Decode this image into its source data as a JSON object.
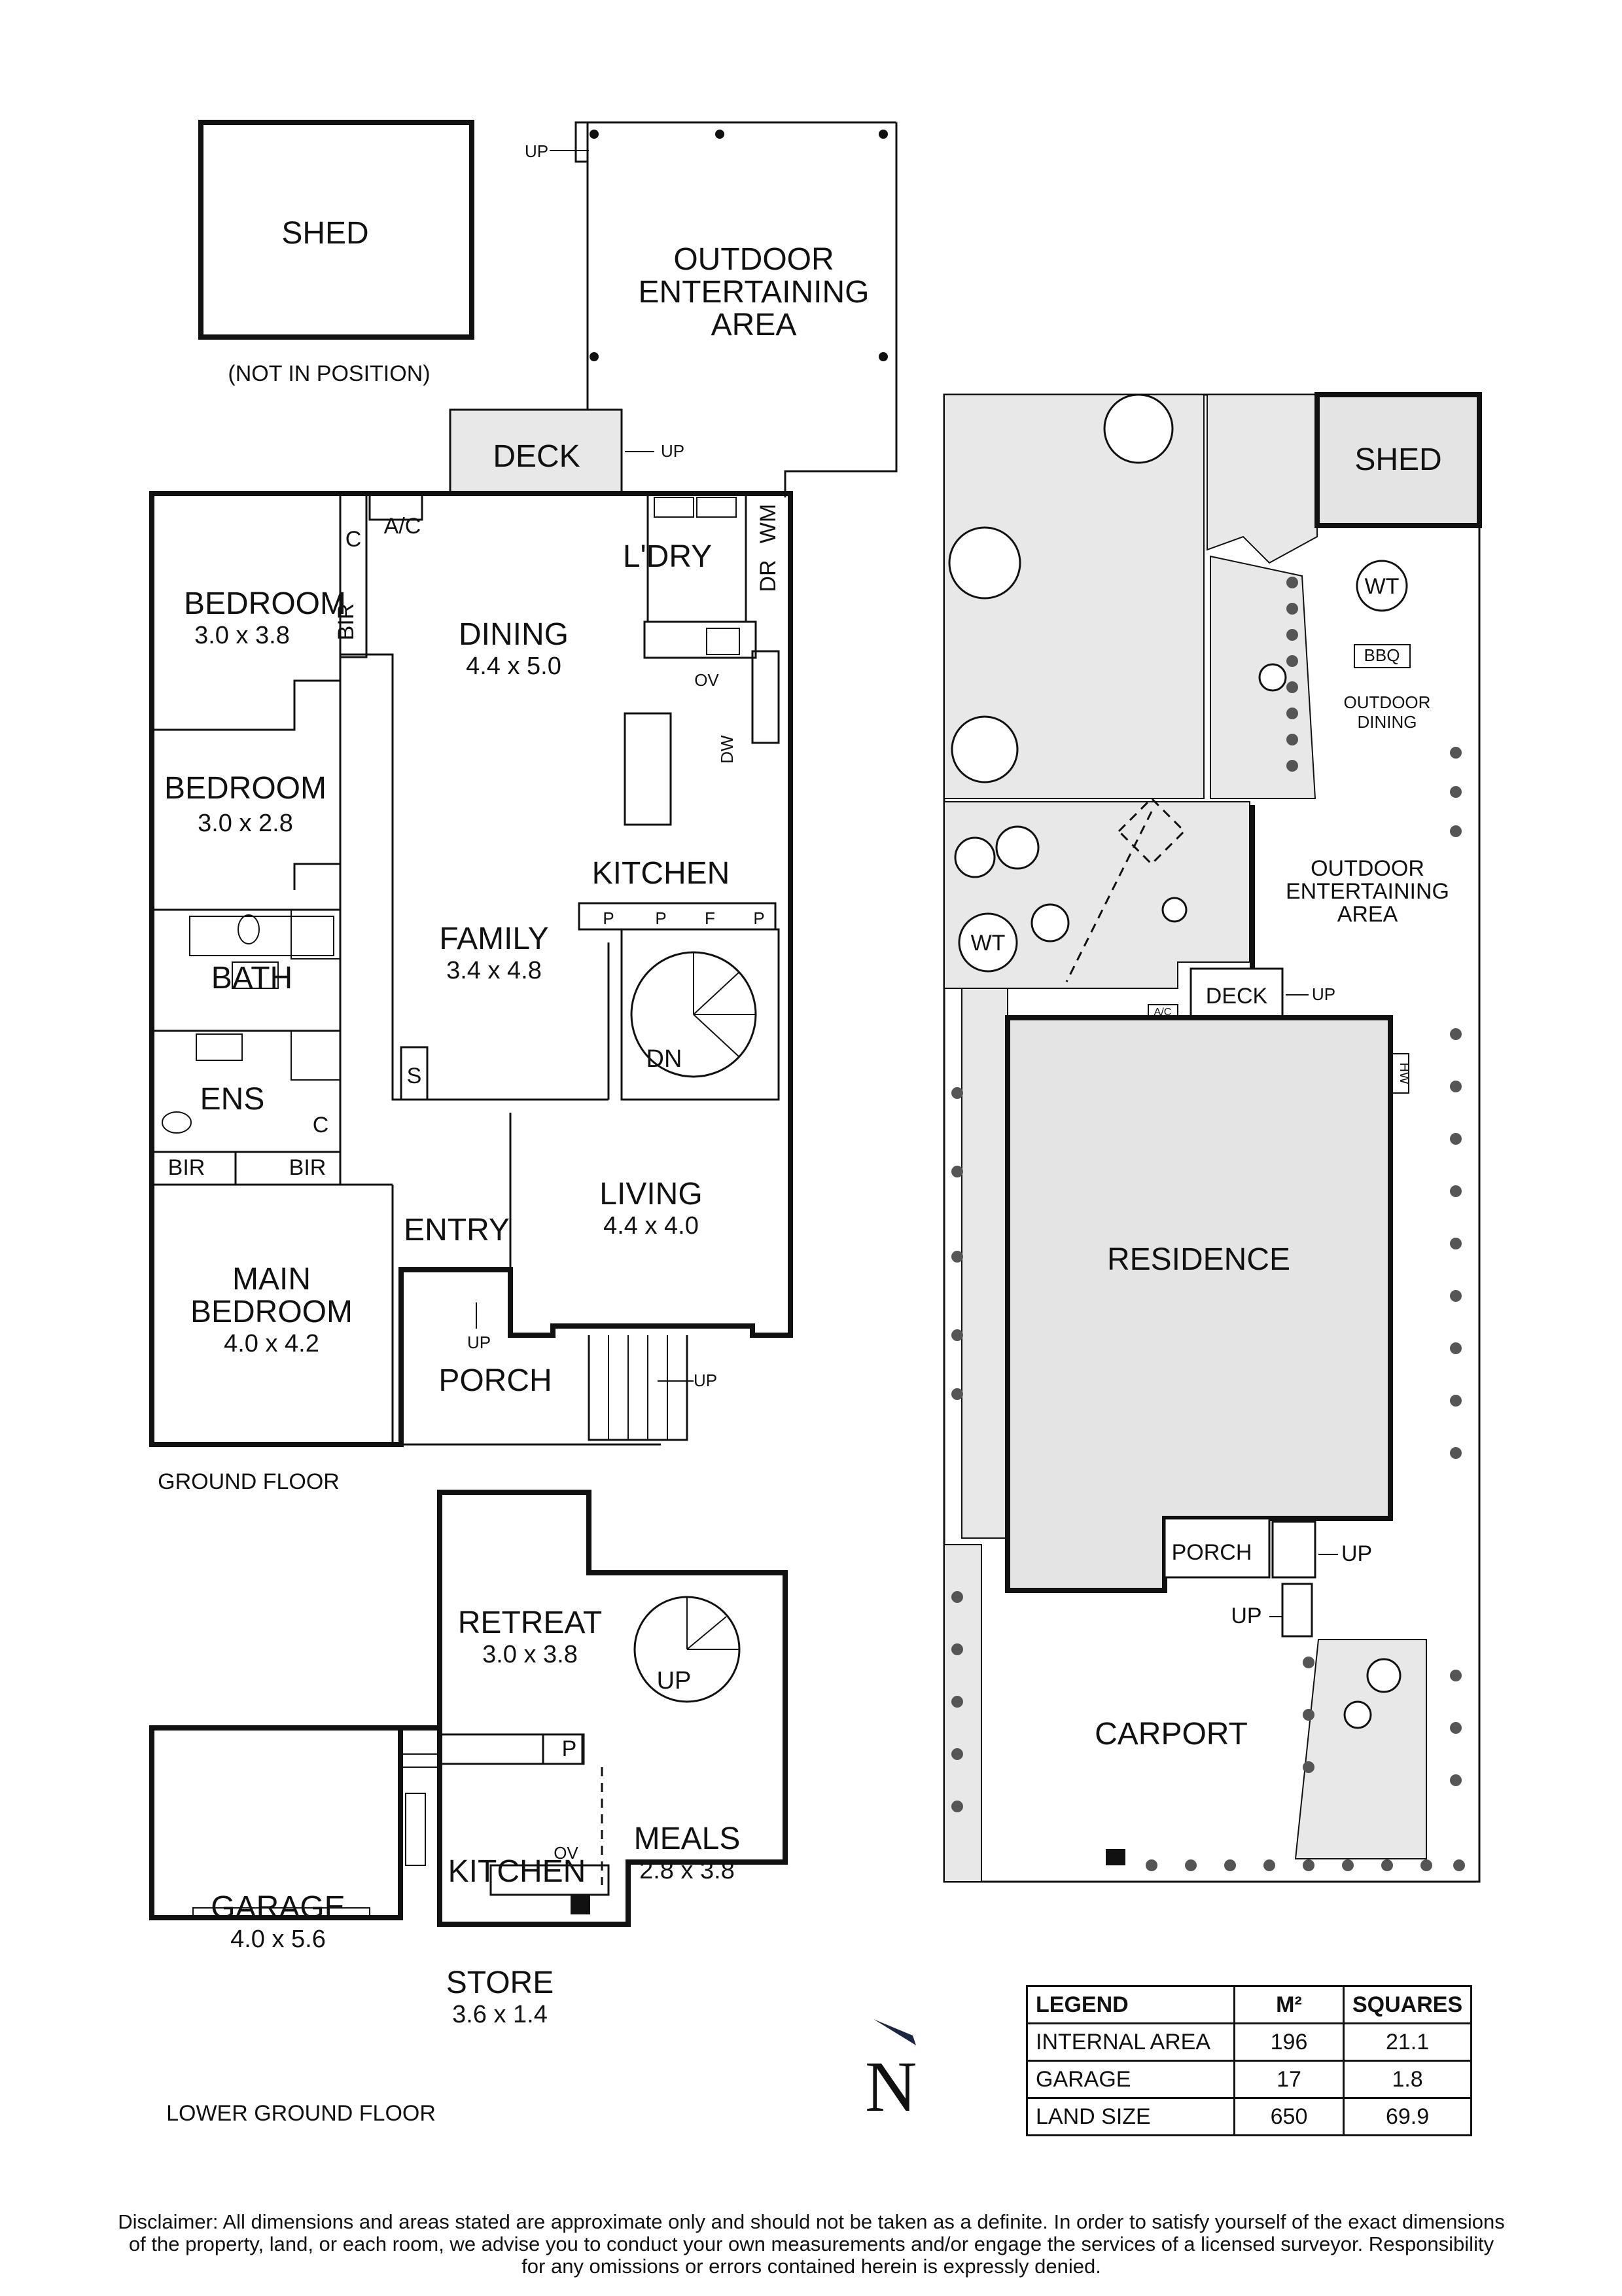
{
  "shed_top": {
    "label": "SHED",
    "note": "(NOT IN POSITION)"
  },
  "outdoor_top": {
    "label_lines": [
      "OUTDOOR",
      "ENTERTAINING",
      "AREA"
    ],
    "up": "UP"
  },
  "deck_top": {
    "label": "DECK",
    "up": "UP"
  },
  "ground_floor": {
    "title": "GROUND FLOOR",
    "rooms": {
      "bedroom1": {
        "name": "BEDROOM",
        "dim": "3.0 x 3.8"
      },
      "bedroom2": {
        "name": "BEDROOM",
        "dim": "3.0 x 2.8"
      },
      "bath": {
        "name": "BATH"
      },
      "ens": {
        "name": "ENS"
      },
      "main_bedroom": {
        "name_lines": [
          "MAIN",
          "BEDROOM"
        ],
        "dim": "4.0 x 4.2"
      },
      "dining": {
        "name": "DINING",
        "dim": "4.4 x 5.0"
      },
      "family": {
        "name": "FAMILY",
        "dim": "3.4 x 4.8"
      },
      "kitchen": {
        "name": "KITCHEN"
      },
      "laundry": {
        "name": "L'DRY"
      },
      "living": {
        "name": "LIVING",
        "dim": "4.4 x 4.0"
      },
      "entry": {
        "name": "ENTRY"
      },
      "porch": {
        "name": "PORCH"
      }
    },
    "fixtures": {
      "c": "C",
      "bir": "BIR",
      "ac": "A/C",
      "dr": "DR",
      "wm": "WM",
      "ov": "OV",
      "dw": "DW",
      "p": "P",
      "f": "F",
      "s": "S",
      "dn": "DN",
      "up": "UP"
    }
  },
  "lower_floor": {
    "title": "LOWER GROUND FLOOR",
    "rooms": {
      "retreat": {
        "name": "RETREAT",
        "dim": "3.0 x 3.8"
      },
      "garage": {
        "name": "GARAGE",
        "dim": "4.0 x 5.6"
      },
      "kitchen": {
        "name": "KITCHEN"
      },
      "meals": {
        "name": "MEALS",
        "dim": "2.8 x 3.8"
      },
      "store": {
        "name": "STORE",
        "dim": "3.6 x 1.4"
      }
    },
    "fixtures": {
      "p": "P",
      "ov": "OV",
      "up": "UP"
    }
  },
  "site": {
    "shed": "SHED",
    "wt": "WT",
    "bbq": "BBQ",
    "outdoor_dining_lines": [
      "OUTDOOR",
      "DINING"
    ],
    "outdoor_ent_lines": [
      "OUTDOOR",
      "ENTERTAINING",
      "AREA"
    ],
    "deck": "DECK",
    "up": "UP",
    "ac": "A/C",
    "hw": "HW",
    "residence": "RESIDENCE",
    "porch": "PORCH",
    "carport": "CARPORT"
  },
  "compass": {
    "letter": "N"
  },
  "legend": {
    "headers": [
      "LEGEND",
      "M²",
      "SQUARES"
    ],
    "rows": [
      [
        "INTERNAL AREA",
        "196",
        "21.1"
      ],
      [
        "GARAGE",
        "17",
        "1.8"
      ],
      [
        "LAND SIZE",
        "650",
        "69.9"
      ]
    ]
  },
  "disclaimer_lines": [
    "Disclaimer: All dimensions and areas stated are approximate only and should not be taken as a definite. In order to satisfy yourself of the exact dimensions",
    "of the property, land, or each room, we advise you to conduct your own measurements and/or engage the services of a licensed surveyor. Responsibility",
    "for any omissions or errors contained herein is expressly denied."
  ],
  "colors": {
    "line": "#111111",
    "landscape_grey": "#e8e8e8",
    "building_grey": "#e4e4e4",
    "compass": "#1c2541"
  }
}
